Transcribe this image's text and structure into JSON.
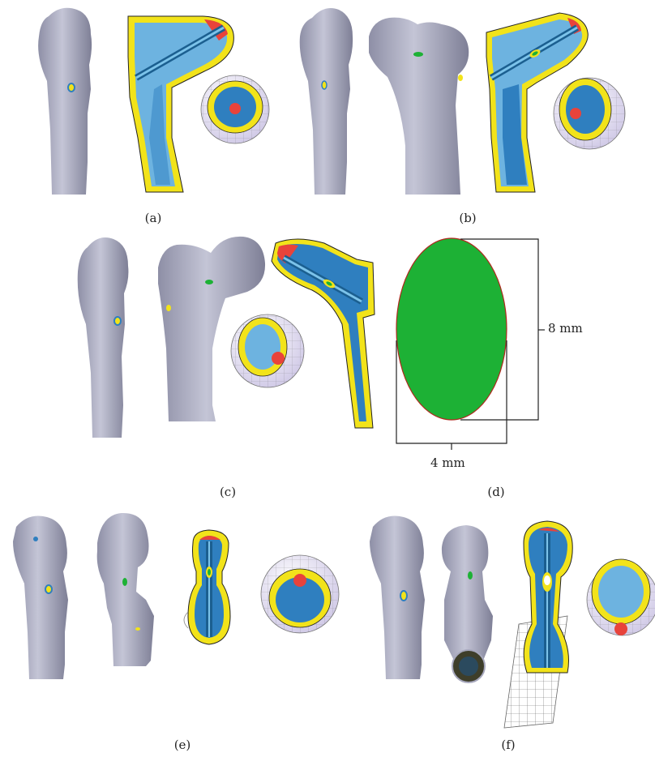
{
  "panels": {
    "a": {
      "label": "(a)"
    },
    "b": {
      "label": "(b)"
    },
    "c": {
      "label": "(c)"
    },
    "d": {
      "label": "(d)",
      "height_label": "8 mm",
      "width_label": "4 mm"
    },
    "e": {
      "label": "(e)"
    },
    "f": {
      "label": "(f)"
    }
  },
  "colors": {
    "bone": "#a7a8bd",
    "cortical": "#f2e31a",
    "cancellous": "#6db3e0",
    "medullary": "#2f7fbf",
    "lesion": "#e8433b",
    "ellipse": "#1db135",
    "outline": "#222222"
  }
}
